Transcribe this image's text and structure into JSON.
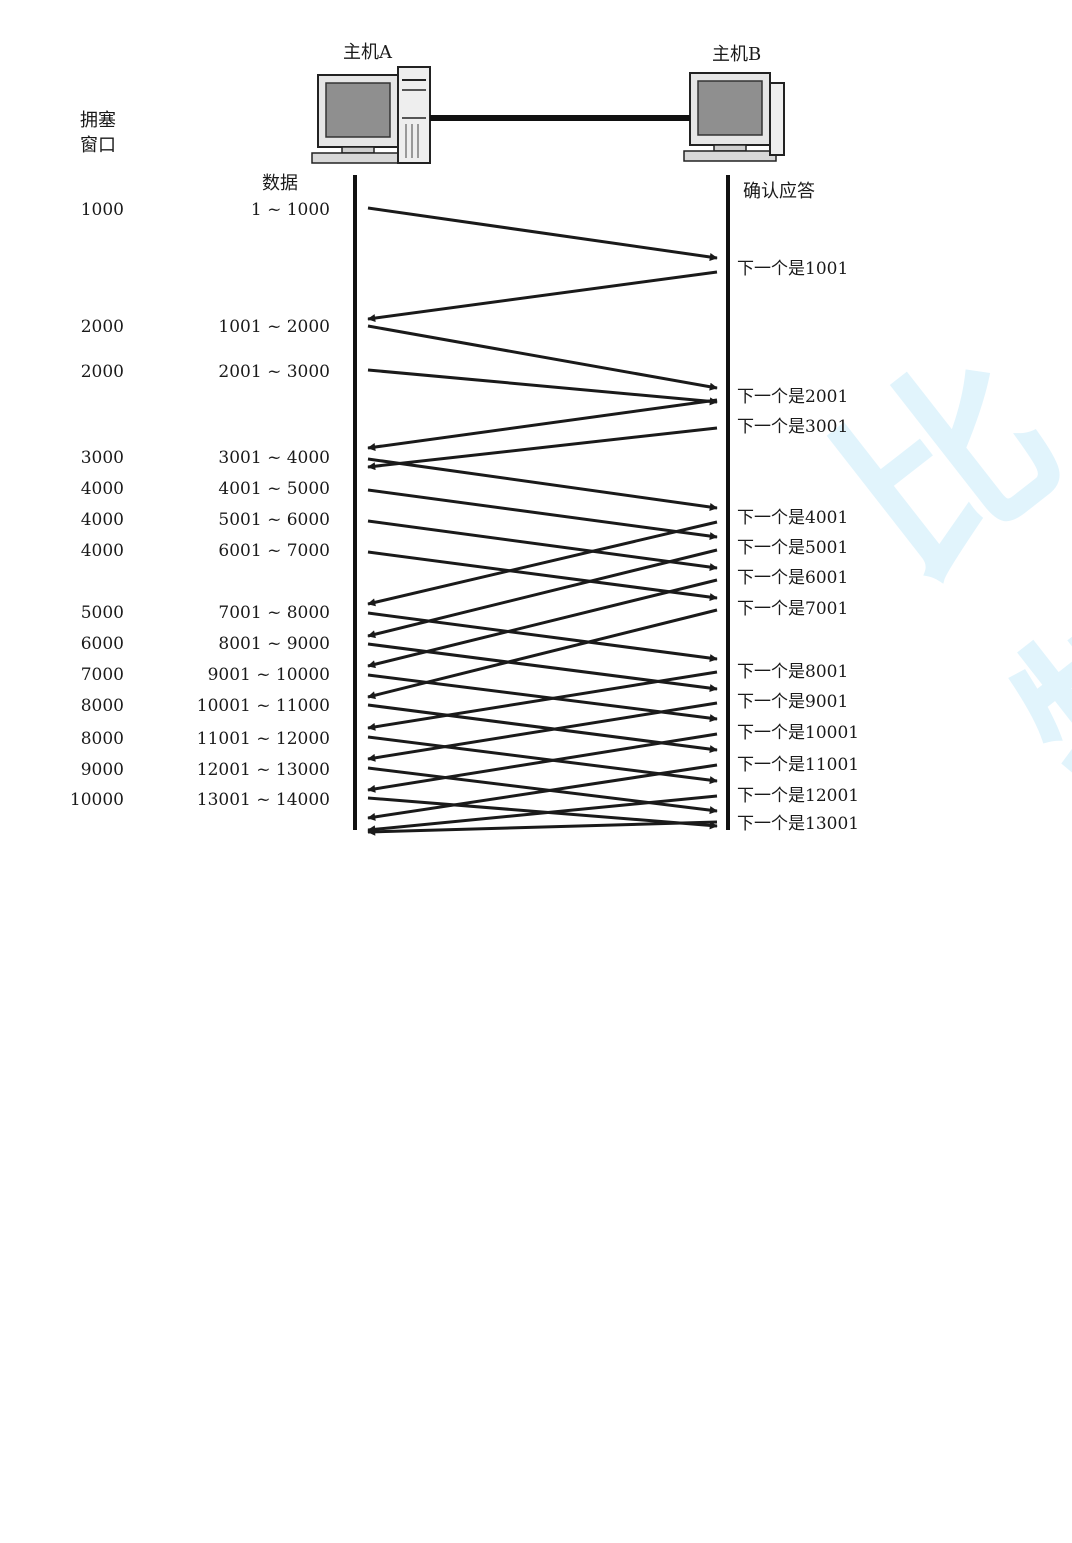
{
  "hosts": {
    "a_label": "主机A",
    "b_label": "主机B"
  },
  "headers": {
    "cwnd": "拥塞\n窗口",
    "data": "数据",
    "ack": "确认应答"
  },
  "watermark": {
    "text": "比特就业课",
    "color": "#c9ecfb"
  },
  "rows": [
    {
      "window": "1000",
      "segment": "1 ~ 1000"
    },
    {
      "window": "2000",
      "segment": "1001 ~ 2000"
    },
    {
      "window": "2000",
      "segment": "2001 ~ 3000"
    },
    {
      "window": "3000",
      "segment": "3001 ~ 4000"
    },
    {
      "window": "4000",
      "segment": "4001 ~ 5000"
    },
    {
      "window": "4000",
      "segment": "5001 ~ 6000"
    },
    {
      "window": "4000",
      "segment": "6001 ~ 7000"
    },
    {
      "window": "5000",
      "segment": "7001 ~ 8000"
    },
    {
      "window": "6000",
      "segment": "8001 ~ 9000"
    },
    {
      "window": "7000",
      "segment": "9001 ~ 10000"
    },
    {
      "window": "8000",
      "segment": "10001 ~ 11000"
    },
    {
      "window": "8000",
      "segment": "11001 ~ 12000"
    },
    {
      "window": "9000",
      "segment": "12001 ~ 13000"
    },
    {
      "window": "10000",
      "segment": "13001 ~ 14000"
    }
  ],
  "acks": [
    "下一个是1001",
    "下一个是2001",
    "下一个是3001",
    "下一个是4001",
    "下一个是5001",
    "下一个是6001",
    "下一个是7001",
    "下一个是8001",
    "下一个是9001",
    "下一个是10001",
    "下一个是11001",
    "下一个是12001",
    "下一个是13001"
  ]
}
